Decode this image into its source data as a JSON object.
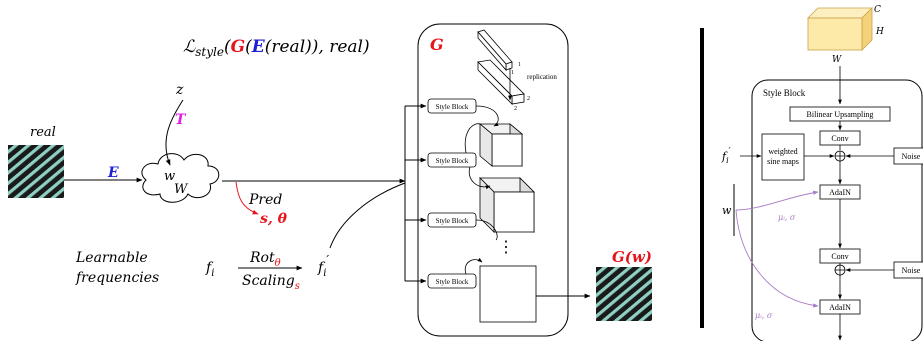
{
  "left": {
    "real_label": "real",
    "z_label": "z",
    "t_label": "T",
    "e_label": "E",
    "w_label": "w",
    "w_space_label": "W",
    "loss": {
      "prefix": "ℒ",
      "subscript": "style",
      "open": "(",
      "g": "G",
      "paren1": "(",
      "e": "E",
      "inner": "(real)), real)"
    },
    "pred_label": "Pred",
    "pred_params": "s, θ",
    "learnable_line1": "Learnable",
    "learnable_line2": "frequencies",
    "fi": "f",
    "fi_sub": "i",
    "rot": "Rot",
    "rot_sub": "θ",
    "scaling": "Scaling",
    "scaling_sub": "s",
    "fi_prime": "f",
    "fi_prime_sub": "i",
    "fi_prime_mark": "′",
    "generator_label": "G",
    "replication_label": "replication",
    "rep_num_1": "1",
    "rep_num_2": "1",
    "rep_num_3": "2",
    "rep_num_4": "2",
    "style_blocks": [
      "Style Block",
      "Style Block",
      "Style Block",
      "Style Block"
    ],
    "dots": "⋮",
    "gw_label": "G(w)"
  },
  "right": {
    "cube_c": "C",
    "cube_h": "H",
    "cube_w": "W",
    "title": "Style Block",
    "bilinear": "Bilinear Upsampling",
    "conv1": "Conv",
    "conv2": "Conv",
    "adain1": "AdaIN",
    "adain2": "AdaIN",
    "noise1": "Noise",
    "noise2": "Noise",
    "sine_line1": "weighted",
    "sine_line2": "sine maps",
    "fi_prime": "f",
    "fi_prime_sub": "i",
    "fi_prime_mark": "′",
    "w_label": "w",
    "mu_sigma_1": "μᵢ, σ",
    "mu_sigma_2": "μᵢ, σ"
  },
  "colors": {
    "red": "#e8141b",
    "blue": "#1f1fd6",
    "magenta": "#e020e0",
    "purple": "#a97cc8",
    "texture_a": "#1a1a1a",
    "texture_b": "#8fd0c4",
    "cube_face": "#fde9a8",
    "cube_dark": "#f3d27a"
  }
}
